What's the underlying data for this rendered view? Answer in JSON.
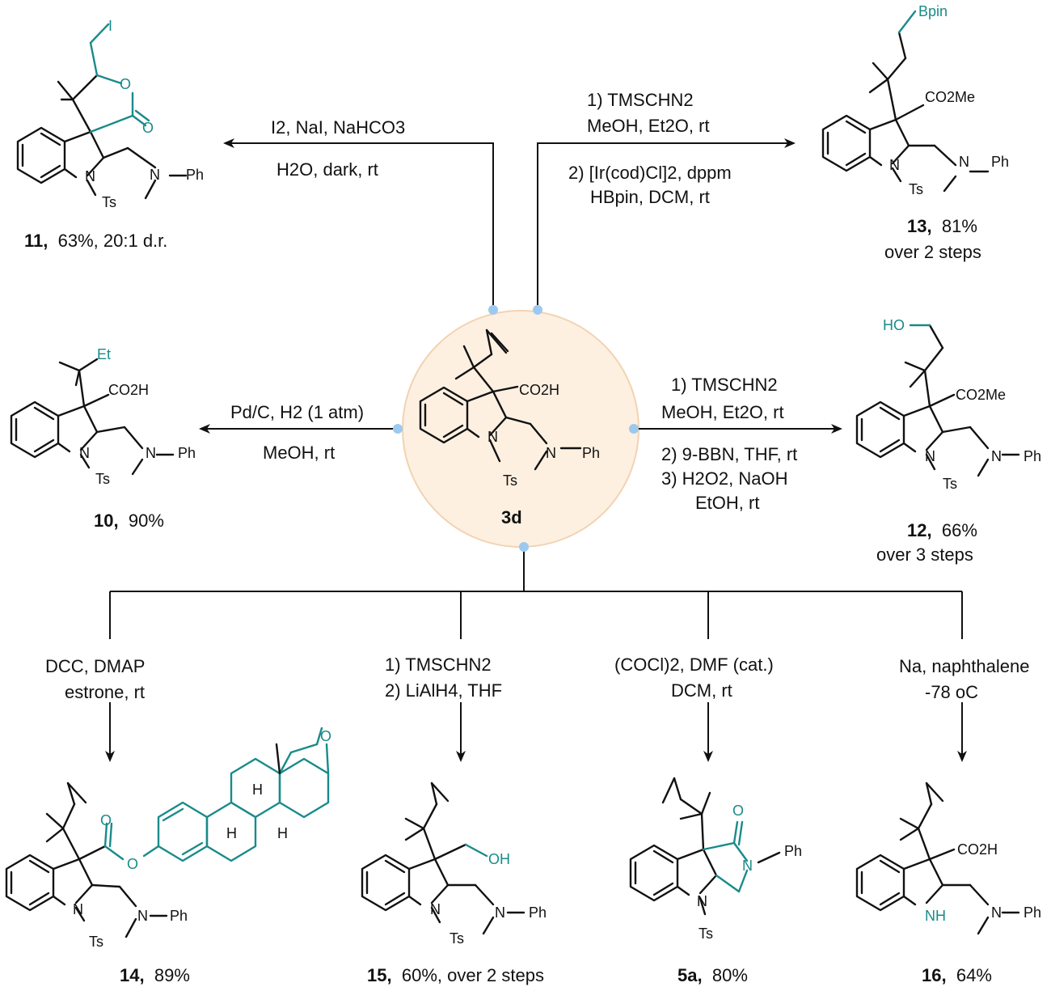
{
  "colors": {
    "accent": "#1a8a8a",
    "dot": "#9cc9f0",
    "circle_fill": "#fdf0e1",
    "circle_stroke": "#f2d3b1"
  },
  "center": {
    "id": "3d"
  },
  "products": {
    "p11": {
      "id": "11",
      "yield": "63%, 20:1 d.r."
    },
    "p13": {
      "id": "13",
      "yield": "81%",
      "note": "over 2 steps"
    },
    "p10": {
      "id": "10",
      "yield": "90%"
    },
    "p12": {
      "id": "12",
      "yield": "66%",
      "note": "over 3 steps"
    },
    "p14": {
      "id": "14",
      "yield": "89%"
    },
    "p15": {
      "id": "15",
      "yield": "60%, over 2 steps"
    },
    "p5a": {
      "id": "5a",
      "yield": "80%"
    },
    "p16": {
      "id": "16",
      "yield": "64%"
    }
  },
  "conditions": {
    "to11": {
      "above": "I2, NaI, NaHCO3",
      "below": "H2O, dark, rt"
    },
    "to13": {
      "line1": "1) TMSCHN2",
      "line2": "MeOH, Et2O, rt",
      "line3": "2) [Ir(cod)Cl]2, dppm",
      "line4": "HBpin, DCM, rt"
    },
    "to10": {
      "above": "Pd/C, H2 (1 atm)",
      "below": "MeOH, rt"
    },
    "to12": {
      "line1": "1) TMSCHN2",
      "line2": "MeOH, Et2O, rt",
      "line3": "2) 9-BBN, THF, rt",
      "line4": "3) H2O2, NaOH",
      "line5": "EtOH, rt"
    },
    "to14": {
      "line1": "DCC, DMAP",
      "line2": "estrone, rt"
    },
    "to15": {
      "line1": "1) TMSCHN2",
      "line2": "2) LiAlH4, THF"
    },
    "to5a": {
      "line1": "(COCl)2, DMF (cat.)",
      "line2": "DCM, rt"
    },
    "to16": {
      "line1": "Na, naphthalene",
      "line2": "-78 oC"
    }
  },
  "atom_labels": {
    "N": "N",
    "Ts": "Ts",
    "Ph": "Ph",
    "H": "H",
    "O": "O",
    "I": "I",
    "CO2H": "CO2H",
    "CO2Me": "CO2Me",
    "Et": "Et",
    "HO": "HO",
    "OH": "OH",
    "Bpin": "Bpin",
    "NH": "NH"
  }
}
